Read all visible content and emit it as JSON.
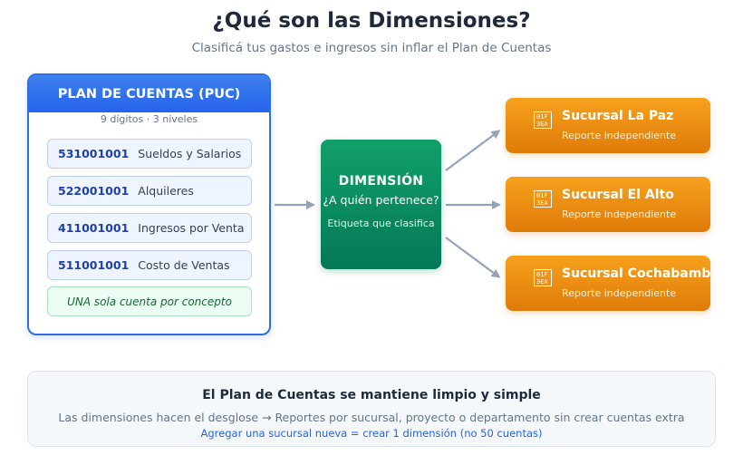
{
  "header": {
    "title": "¿Qué son las Dimensiones?",
    "subtitle": "Clasificá tus gastos e ingresos sin inflar el Plan de Cuentas"
  },
  "puc": {
    "title": "PLAN DE CUENTAS (PUC)",
    "subtitle": "9 dígitos · 3 niveles",
    "accounts": [
      {
        "code": "531001001",
        "name": "Sueldos y Salarios"
      },
      {
        "code": "522001001",
        "name": "Alquileres"
      },
      {
        "code": "411001001",
        "name": "Ingresos por Venta"
      },
      {
        "code": "511001001",
        "name": "Costo de Ventas"
      }
    ],
    "note": "UNA sola cuenta por concepto"
  },
  "dimension": {
    "title": "DIMENSIÓN",
    "question": "¿A quién pertenece?",
    "description": "Etiqueta que clasifica"
  },
  "branches": [
    {
      "icon": "building-icon",
      "glyph": "01F\n3EA",
      "name": "Sucursal La Paz",
      "sub": "Reporte independiente"
    },
    {
      "icon": "building-icon",
      "glyph": "01F\n3EA",
      "name": "Sucursal El Alto",
      "sub": "Reporte independiente"
    },
    {
      "icon": "building-icon",
      "glyph": "01F\n3EA",
      "name": "Sucursal Cochabamba",
      "sub": "Reporte independiente"
    }
  ],
  "footer": {
    "title": "El Plan de Cuentas se mantiene limpio y simple",
    "line1": "Las dimensiones hacen el desglose → Reportes por sucursal, proyecto o departamento sin crear cuentas extra",
    "line2": "Agregar una sucursal nueva = crear 1 dimensión (no 50 cuentas)"
  },
  "colors": {
    "puc_accent": "#2563eb",
    "dimension": "#059669",
    "branch": "#f59e0b",
    "arrow": "#94a3b8"
  }
}
